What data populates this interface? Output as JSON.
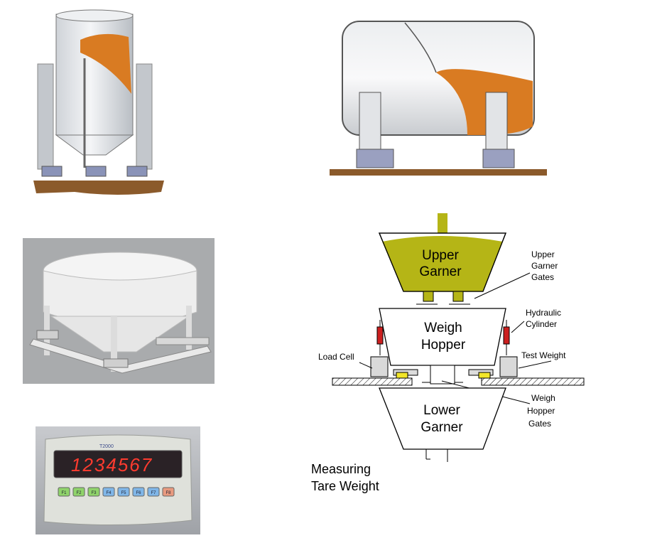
{
  "diagram": {
    "upper_garner": [
      "Upper",
      "Garner"
    ],
    "upper_garner_gates": [
      "Upper",
      "Garner",
      "Gates"
    ],
    "hydraulic_cylinder": [
      "Hydraulic",
      "Cylinder"
    ],
    "weigh_hopper": [
      "Weigh",
      "Hopper"
    ],
    "load_cell": "Load Cell",
    "test_weight": "Test Weight",
    "weigh_hopper_gates": [
      "Weigh",
      "Hopper",
      "Gates"
    ],
    "lower_garner": [
      "Lower",
      "Garner"
    ],
    "caption": [
      "Measuring",
      "Tare Weight"
    ]
  },
  "indicator": {
    "display_value": "1234567",
    "brand_text": "T2000",
    "key_labels": [
      "F1",
      "F2",
      "F3",
      "F4",
      "F5",
      "F6",
      "F7",
      "F8"
    ]
  },
  "colors": {
    "grain": "#d97b22",
    "garner_fill": "#b5b516",
    "ground": "#8b5a2b",
    "led": "#ff3b2f",
    "cylinder": "#cc1f1f"
  },
  "icons": {
    "silo": "vertical-silo-on-load-cells",
    "tank": "horizontal-tank-on-load-cells",
    "hopper": "weigh-hopper-on-load-cell-frame",
    "indicator": "digital-weight-indicator"
  }
}
